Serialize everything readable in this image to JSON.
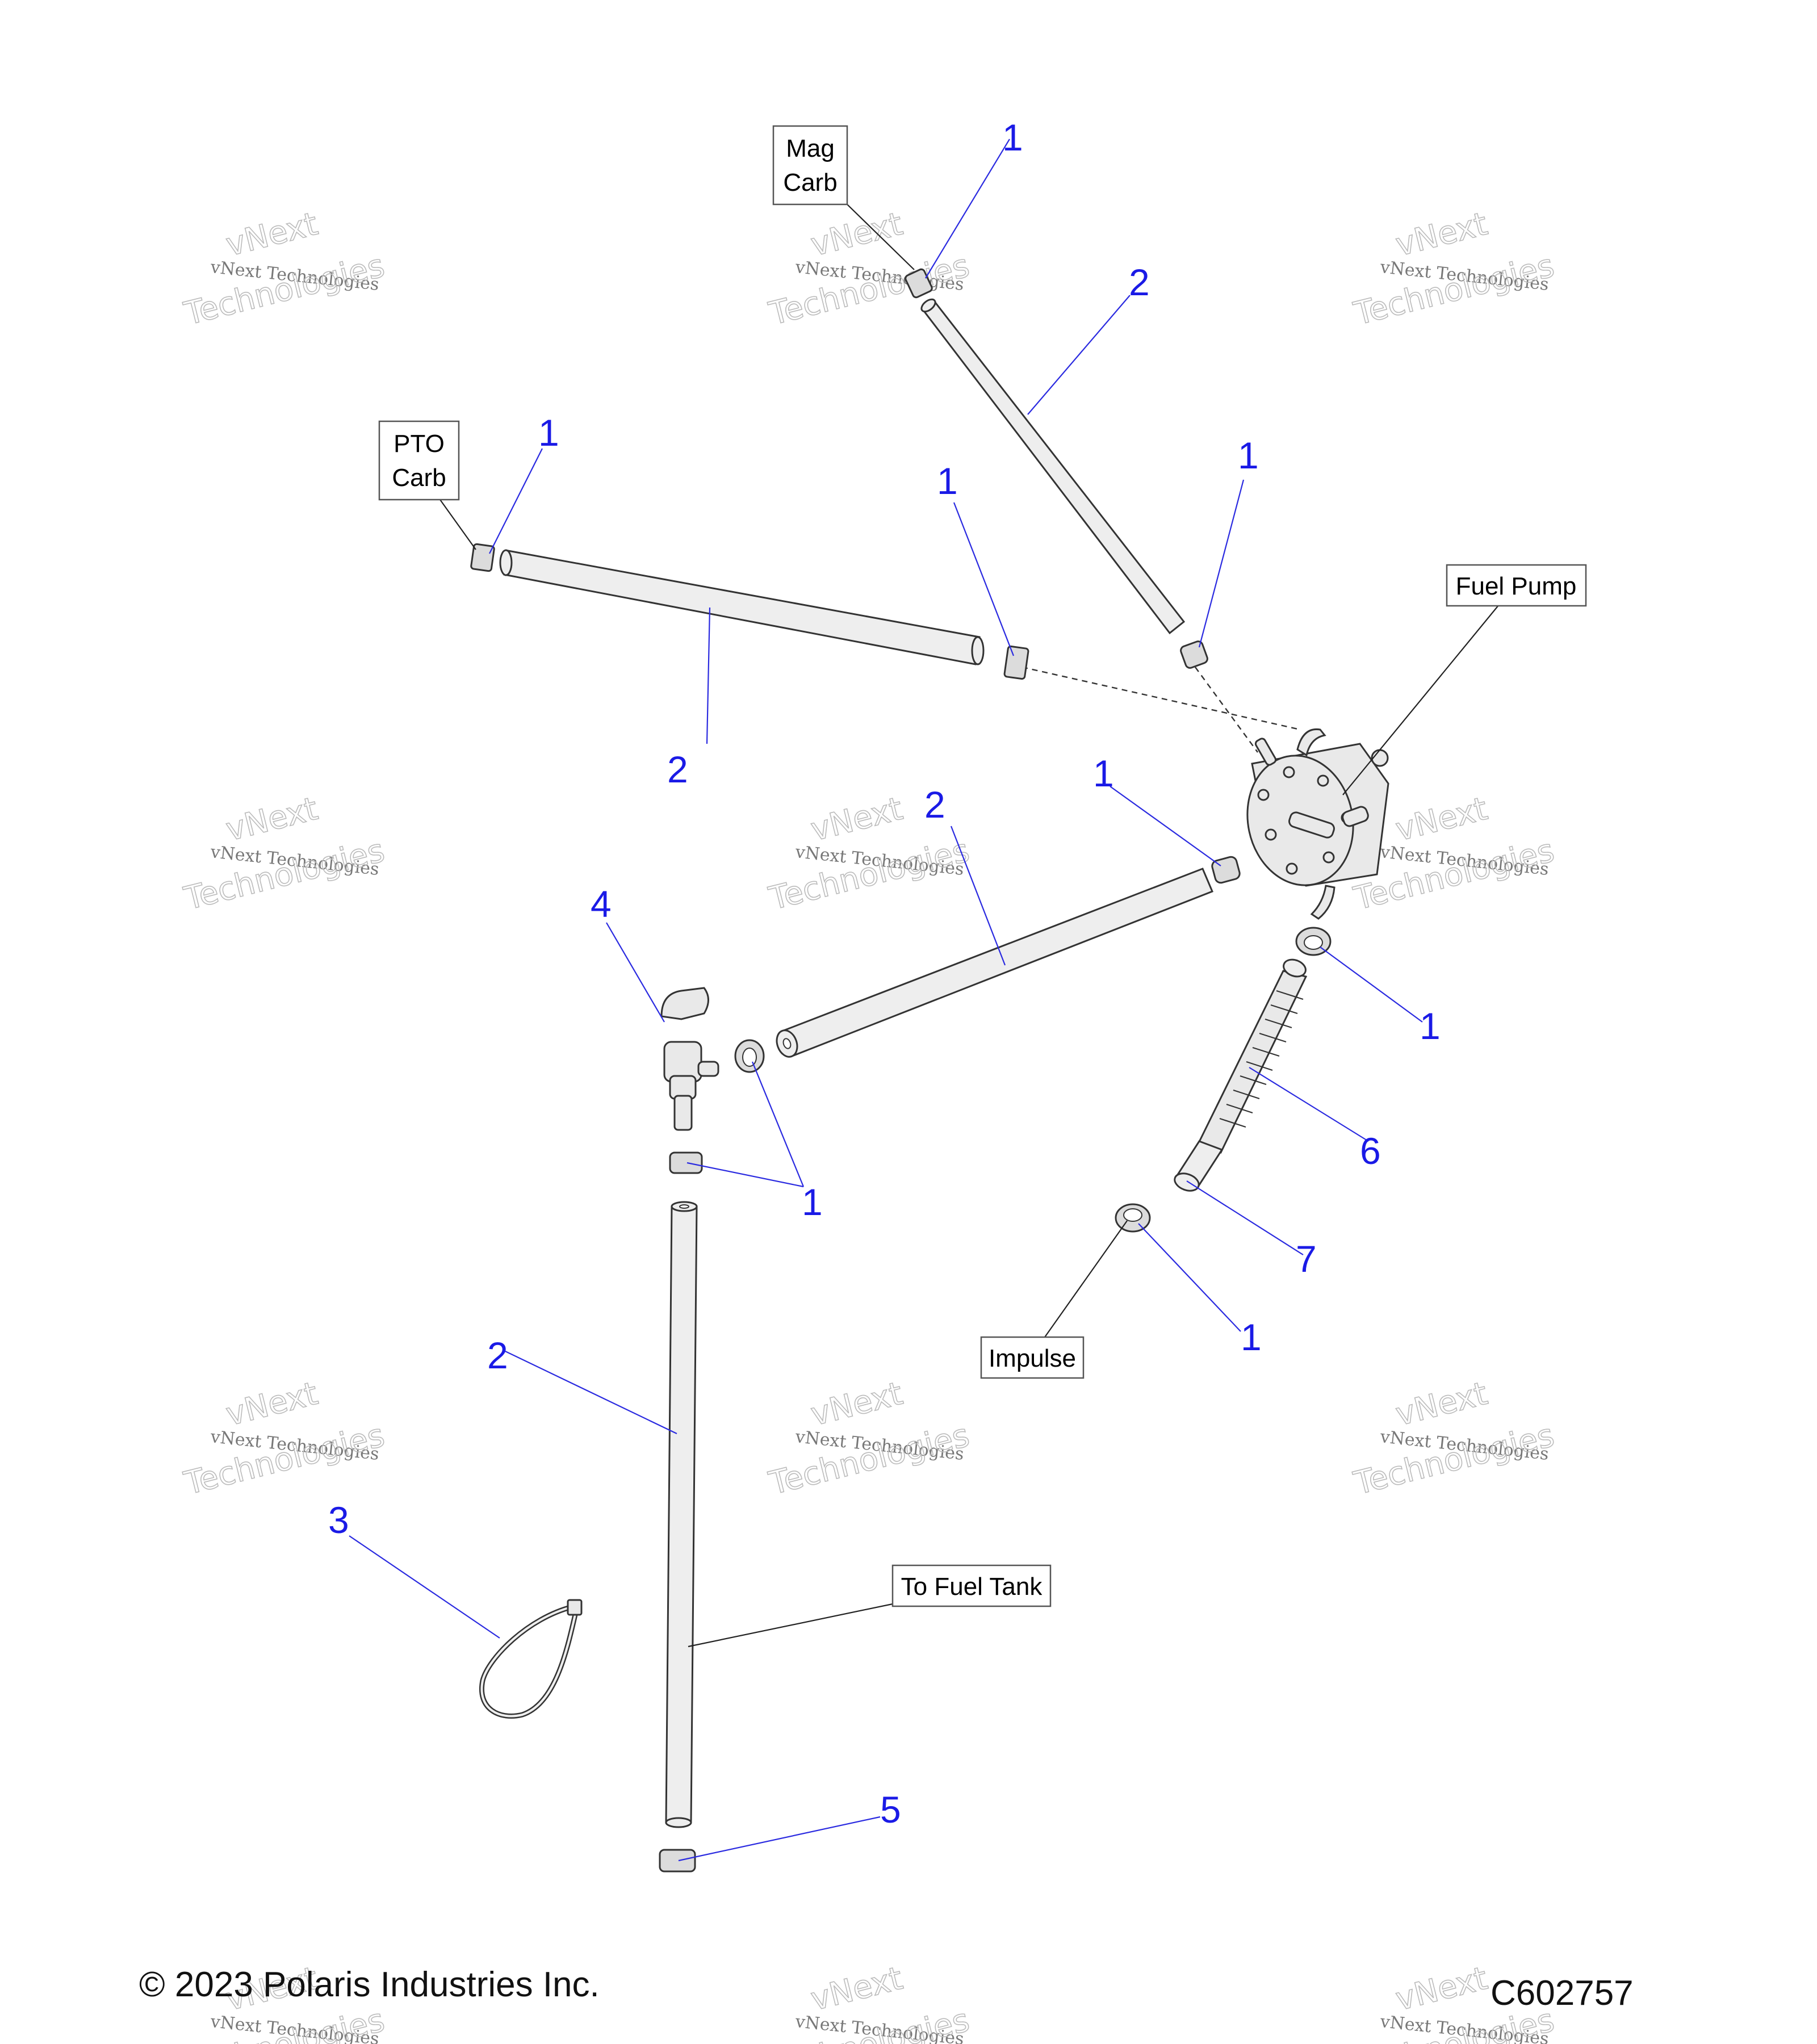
{
  "labels": {
    "mag_carb_line1": "Mag",
    "mag_carb_line2": "Carb",
    "pto_carb_line1": "PTO",
    "pto_carb_line2": "Carb",
    "fuel_pump": "Fuel Pump",
    "impulse": "Impulse",
    "to_fuel_tank": "To Fuel Tank"
  },
  "callouts": {
    "mag_clamp": "1",
    "mag_hose": "2",
    "pto_clamp": "1",
    "pto_hose_right_clamp": "1",
    "pto_hose": "2",
    "pump_top_clamp": "1",
    "pump_left_clamp": "1",
    "middle_hose": "2",
    "valve": "4",
    "impulse_top_clamp": "1",
    "valve_clamps": "1",
    "corrugated_hose": "6",
    "impulse_fitting": "7",
    "impulse_bottom_clamp": "1",
    "tank_hose": "2",
    "cable_tie": "3",
    "tank_clamp": "5"
  },
  "watermark": {
    "line1": "vNext Technologies",
    "line2": "vNext",
    "line3": "Technologies"
  },
  "footer": {
    "copyright": "© 2023 Polaris Industries Inc.",
    "diagram_id": "C602757"
  },
  "colors": {
    "callout_blue": "#1a1ae6",
    "line_black": "#333333",
    "part_fill": "#e9e9e9"
  }
}
